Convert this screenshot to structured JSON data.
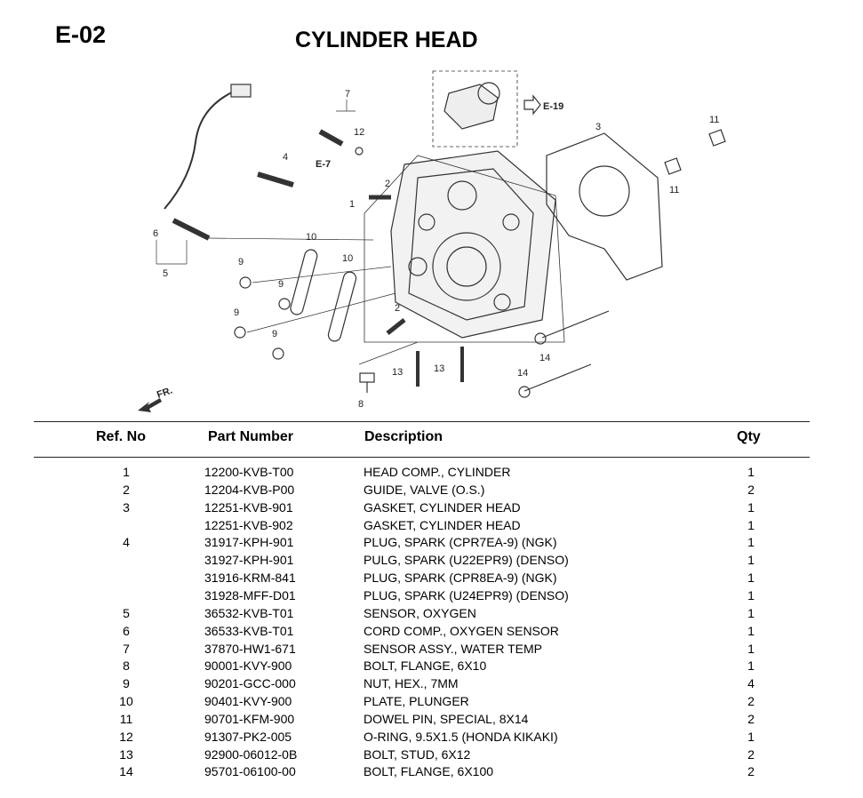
{
  "header": {
    "code": "E-02",
    "title": "CYLINDER HEAD"
  },
  "diagram": {
    "callouts": [
      "7",
      "12",
      "4",
      "E-7",
      "2",
      "1",
      "6",
      "5",
      "10",
      "9",
      "9",
      "9",
      "9",
      "10",
      "2",
      "13",
      "13",
      "8",
      "14",
      "14",
      "11",
      "11",
      "3",
      "E-19",
      "FR."
    ]
  },
  "table": {
    "headers": {
      "ref": "Ref. No",
      "part": "Part Number",
      "desc": "Description",
      "qty": "Qty"
    },
    "rows": [
      {
        "ref": "1",
        "part": "12200-KVB-T00",
        "desc": "HEAD COMP., CYLINDER",
        "qty": "1"
      },
      {
        "ref": "2",
        "part": "12204-KVB-P00",
        "desc": "GUIDE, VALVE (O.S.)",
        "qty": "2"
      },
      {
        "ref": "3",
        "part": "12251-KVB-901",
        "desc": "GASKET, CYLINDER HEAD",
        "qty": "1"
      },
      {
        "ref": "",
        "part": "12251-KVB-902",
        "desc": "GASKET, CYLINDER HEAD",
        "qty": "1"
      },
      {
        "ref": "4",
        "part": "31917-KPH-901",
        "desc": "PLUG, SPARK (CPR7EA-9) (NGK)",
        "qty": "1"
      },
      {
        "ref": "",
        "part": "31927-KPH-901",
        "desc": "PULG, SPARK (U22EPR9) (DENSO)",
        "qty": "1"
      },
      {
        "ref": "",
        "part": "31916-KRM-841",
        "desc": "PLUG, SPARK (CPR8EA-9) (NGK)",
        "qty": "1"
      },
      {
        "ref": "",
        "part": "31928-MFF-D01",
        "desc": "PLUG, SPARK (U24EPR9) (DENSO)",
        "qty": "1"
      },
      {
        "ref": "5",
        "part": "36532-KVB-T01",
        "desc": "SENSOR, OXYGEN",
        "qty": "1"
      },
      {
        "ref": "6",
        "part": "36533-KVB-T01",
        "desc": "CORD COMP., OXYGEN SENSOR",
        "qty": "1"
      },
      {
        "ref": "7",
        "part": "37870-HW1-671",
        "desc": "SENSOR ASSY., WATER TEMP",
        "qty": "1"
      },
      {
        "ref": "8",
        "part": "90001-KVY-900",
        "desc": "BOLT, FLANGE, 6X10",
        "qty": "1"
      },
      {
        "ref": "9",
        "part": "90201-GCC-000",
        "desc": "NUT, HEX., 7MM",
        "qty": "4"
      },
      {
        "ref": "10",
        "part": "90401-KVY-900",
        "desc": "PLATE, PLUNGER",
        "qty": "2"
      },
      {
        "ref": "11",
        "part": "90701-KFM-900",
        "desc": "DOWEL PIN, SPECIAL, 8X14",
        "qty": "2"
      },
      {
        "ref": "12",
        "part": "91307-PK2-005",
        "desc": "O-RING, 9.5X1.5 (HONDA KIKAKI)",
        "qty": "1"
      },
      {
        "ref": "13",
        "part": "92900-06012-0B",
        "desc": "BOLT, STUD, 6X12",
        "qty": "2"
      },
      {
        "ref": "14",
        "part": "95701-06100-00",
        "desc": "BOLT, FLANGE, 6X100",
        "qty": "2"
      }
    ]
  }
}
